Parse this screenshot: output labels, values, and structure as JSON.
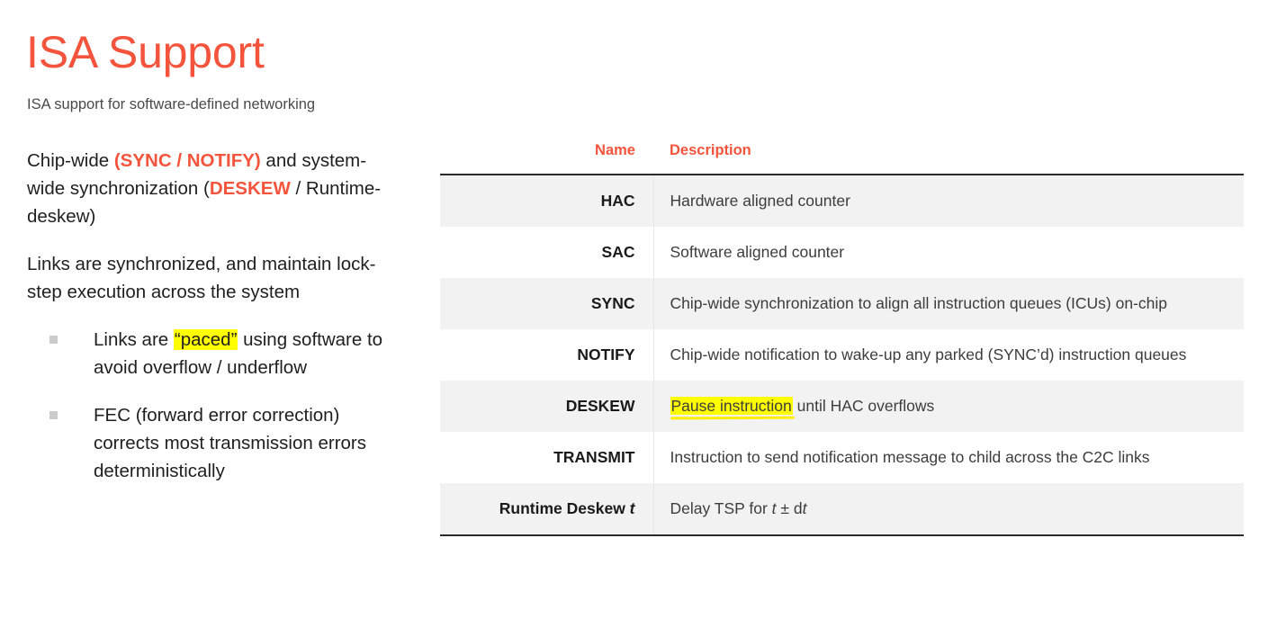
{
  "header": {
    "title": "ISA Support",
    "subtitle": "ISA support for software-defined networking",
    "title_color": "#F4543C"
  },
  "colors": {
    "accent": "#F4543C",
    "highlight": "#FFFF00",
    "stripe": "#F2F2F2",
    "rule": "#2b2b2b",
    "bullet_marker": "#cccccc"
  },
  "left_column": {
    "paragraph_1": {
      "part_1": "Chip-wide ",
      "accent_1": "(SYNC / NOTIFY)",
      "part_2": " and system-wide synchronization (",
      "accent_2": "DESKEW",
      "part_3": " / Runtime-deskew)"
    },
    "paragraph_2": "Links are synchronized, and maintain lock-step execution across the system",
    "bullets": [
      {
        "pre": "Links are ",
        "highlight": "“paced”",
        "post": " using software to avoid overflow / underflow"
      },
      {
        "pre": "FEC (forward error correction) corrects most transmission errors deterministically",
        "highlight": "",
        "post": ""
      }
    ]
  },
  "table": {
    "columns": [
      "Name",
      "Description"
    ],
    "rows": [
      {
        "name": "HAC",
        "name_italic_suffix": "",
        "desc_pre": "",
        "desc_highlight": "",
        "desc_post": "Hardware aligned counter",
        "striped": true
      },
      {
        "name": "SAC",
        "name_italic_suffix": "",
        "desc_pre": "",
        "desc_highlight": "",
        "desc_post": "Software aligned counter",
        "striped": false
      },
      {
        "name": "SYNC",
        "name_italic_suffix": "",
        "desc_pre": "",
        "desc_highlight": "",
        "desc_post": "Chip-wide synchronization to align all instruction queues (ICUs) on-chip",
        "striped": true
      },
      {
        "name": "NOTIFY",
        "name_italic_suffix": "",
        "desc_pre": "",
        "desc_highlight": "",
        "desc_post": "Chip-wide notification to wake-up any parked (SYNC’d) instruction queues",
        "striped": false
      },
      {
        "name": "DESKEW",
        "name_italic_suffix": "",
        "desc_pre": "",
        "desc_highlight": "Pause instruction",
        "desc_post": " until HAC overflows",
        "striped": true
      },
      {
        "name": "TRANSMIT",
        "name_italic_suffix": "",
        "desc_pre": "",
        "desc_highlight": "",
        "desc_post": "Instruction to send notification message to child across the C2C links",
        "striped": false
      },
      {
        "name": "Runtime Deskew ",
        "name_italic_suffix": "t",
        "desc_pre": "Delay TSP for ",
        "desc_italic_1": "t",
        "desc_mid": " ± d",
        "desc_italic_2": "t",
        "desc_highlight": "",
        "desc_post": "",
        "striped": true
      }
    ]
  }
}
